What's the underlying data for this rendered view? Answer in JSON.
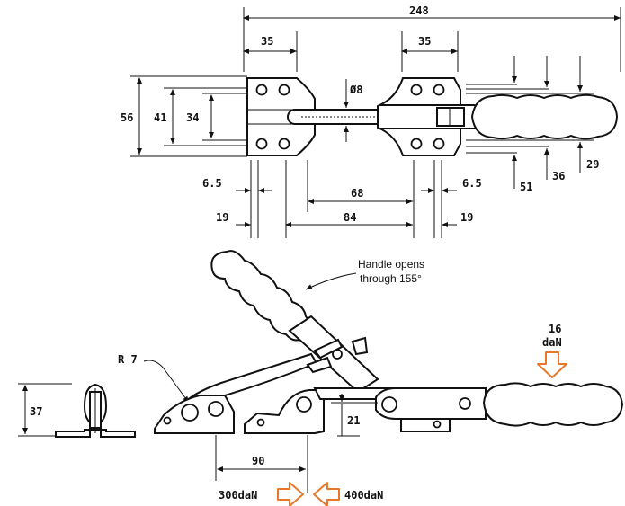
{
  "top_view": {
    "overall_length": "248",
    "left_base_width": "35",
    "right_base_width": "35",
    "base_height_outer": "56",
    "base_height_mid": "41",
    "base_height_inner": "34",
    "rod_diameter": "Ø8",
    "hole_offset_left": "6.5",
    "hole_offset_right": "6.5",
    "edge_left": "19",
    "edge_right": "19",
    "center_68": "68",
    "center_84": "84",
    "handle_51": "51",
    "handle_36": "36",
    "handle_29": "29"
  },
  "side_view": {
    "handle_note_line1": "Handle opens",
    "handle_note_line2": "through 155°",
    "radius_label": "R 7",
    "base_height": "37",
    "latch_height": "21",
    "travel": "90",
    "force_handle_value": "16",
    "force_handle_unit": "daN",
    "force_left": "300daN",
    "force_right": "400daN"
  },
  "colors": {
    "force_arrow": "#e8772a",
    "line": "#111111"
  }
}
